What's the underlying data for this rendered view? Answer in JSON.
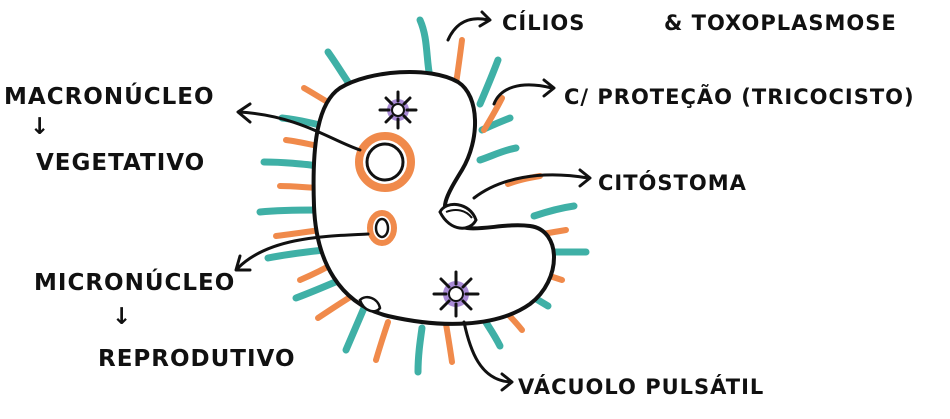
{
  "labels": {
    "cilios": "CÍLIOS",
    "toxoplasmose": "& TOXOPLASMOSE",
    "macronucleo": "MACRONÚCLEO",
    "vegetativo": "VEGETATIVO",
    "protecao": "C/ PROTEÇÃO (TRICOCISTO)",
    "citostoma": "CITÓSTOMA",
    "micronucleo": "MICRONÚCLEO",
    "reprodutivo": "REPRODUTIVO",
    "vacuolo": "VÁCUOLO PULSÁTIL",
    "down_arrow": "↓"
  },
  "colors": {
    "teal": "#3fb0a6",
    "orange": "#f08a4b",
    "purple": "#a98bd6",
    "outline": "#111111"
  }
}
